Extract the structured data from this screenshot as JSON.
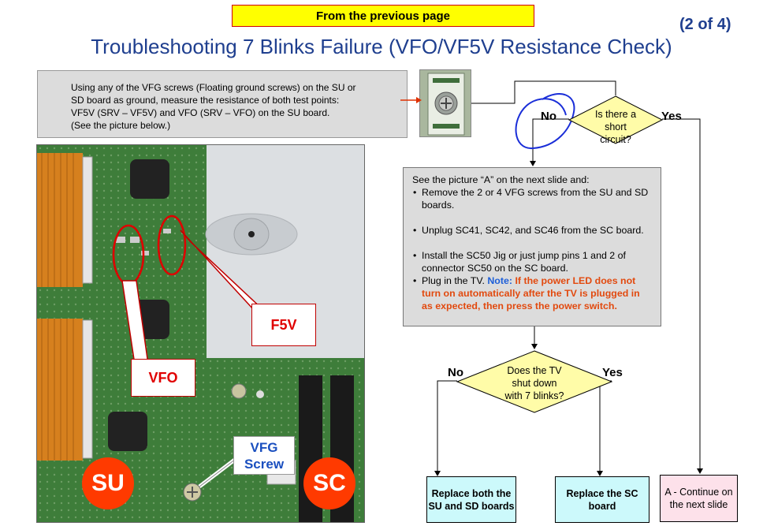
{
  "header": {
    "banner": "From  the previous page",
    "page_indicator": "(2 of 4)"
  },
  "title": "Troubleshooting 7 Blinks Failure (VFO/VF5V Resistance Check)",
  "instruction": {
    "lines": [
      "Using any of the VFG screws (Floating ground screws) on the SU or",
      "SD board as ground, measure the resistance of both test points:",
      "VF5V (SRV – VF5V)  and VFO (SRV – VFO) on the SU board.",
      "(See the picture below.)"
    ]
  },
  "photo": {
    "callouts": {
      "f5v": "F5V",
      "vfo": "VFO",
      "vfg_line1": "VFG",
      "vfg_line2": "Screw"
    },
    "badges": {
      "su": "SU",
      "sc": "SC"
    }
  },
  "flowchart": {
    "decision1": {
      "line1": "Is there a",
      "line2": "short",
      "line3": "circuit?",
      "no": "No",
      "yes": "Yes"
    },
    "steps": {
      "intro": "See the picture “A”  on the next slide and:",
      "item1": "Remove the 2 or 4 VFG screws from the SU and SD boards.",
      "item2": "Unplug SC41, SC42, and SC46 from the SC board.",
      "item3": "Install the SC50 Jig or just jump pins 1 and 2 of connector SC50 on the SC board.",
      "item4_prefix": "Plug in the TV. ",
      "item4_note_label": "Note: ",
      "item4_note": "If the power LED does not turn on automatically after the TV is plugged in as expected, then press the power switch."
    },
    "decision2": {
      "line1": "Does the TV",
      "line2": "shut down",
      "line3": "with 7 blinks?",
      "no": "No",
      "yes": "Yes"
    },
    "result_no": "Replace both the SU and SD boards",
    "result_yes": "Replace the SC board",
    "result_continue": "A - Continue on the next slide"
  },
  "colors": {
    "title": "#1f3f8f",
    "banner": "#ffff00",
    "result_cyan": "#ccf9fb",
    "result_pink": "#fde1ea",
    "callout_red": "#e00000",
    "note_blue": "#1e5fd8",
    "note_red": "#e24a0f"
  }
}
